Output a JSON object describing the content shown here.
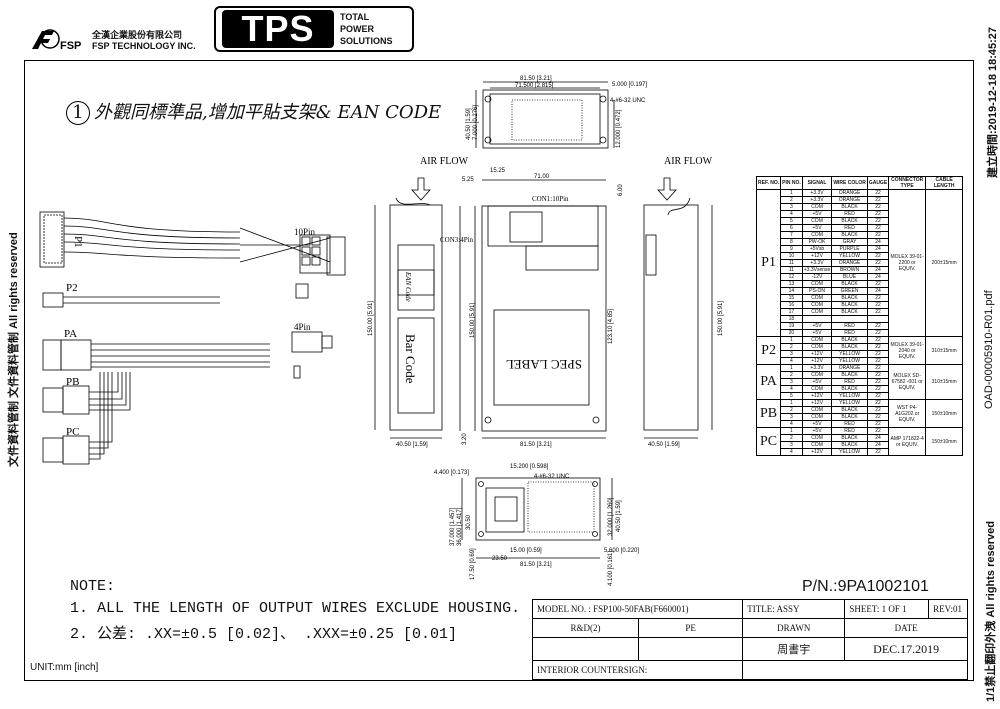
{
  "header": {
    "company_cn": "全漢企業股份有限公司",
    "company_en": "FSP TECHNOLOGY INC.",
    "fsp_logo_text": "FSP",
    "tps_big": "TPS",
    "tps_line1": "TOTAL",
    "tps_line2": "POWER",
    "tps_line3": "SOLUTIONS"
  },
  "side": {
    "left": "文件資料管制 文件資料管制 All rights reserved",
    "right_top": "建立時間:2019-12-18 18:45:27",
    "right_mid": "OAD-00005910-R01.pdf",
    "right_bottom": "1/1禁止翻印外洩 All rights reserved"
  },
  "section": {
    "number": "1",
    "title": "外觀同標準品,增加平貼支架& EAN CODE"
  },
  "drawing": {
    "airflow_left": "AIR FLOW",
    "airflow_right": "AIR FLOW",
    "con1": "CON1:10Pin",
    "con3": "CON3:4Pin",
    "label_10pin": "10Pin",
    "label_4pin": "4Pin",
    "p1": "P1",
    "p2": "P2",
    "pa": "PA",
    "pb": "PB",
    "pc": "PC",
    "ean_code": "EAN Code",
    "bar_code": "Bar Code",
    "spec_label": "SPEC LABEL",
    "dims": {
      "top_w1": "81.50 [3.21]",
      "top_w2": "71.500 [2.815]",
      "top_w3": "5.000 [0.197]",
      "top_screw": "4-#6-32 UNC",
      "top_h1": "40.50 [1.59]",
      "top_h2": "7.000 [0.276]",
      "top_h3": "12.000 [0.472]",
      "front_a": "15.25",
      "front_b": "5.25",
      "front_c": "71.00",
      "front_d": "6.00",
      "front_h": "150.00 [5.91]",
      "front_h2": "123.10 [4.85]",
      "front_w": "81.50 [3.21]",
      "front_b2": "3.20",
      "left_h": "150.00 [5.91]",
      "left_w": "40.50 [1.59]",
      "right_h": "150.00 [5.91]",
      "right_w": "40.50 [1.59]",
      "bot_a": "15.200 [0.598]",
      "bot_b": "4.400 [0.173]",
      "bot_screw": "4-#6-32 UNC",
      "bot_c": "37.000 [1.457]",
      "bot_d": "36.000 [1.417]",
      "bot_e": "30.50",
      "bot_f": "32.000 [1.260]",
      "bot_g": "40.50 [1.59]",
      "bot_h": "15.00 [0.59]",
      "bot_i": "5.600 [0.220]",
      "bot_j": "23.50",
      "bot_k": "17.50 [0.69]",
      "bot_l": "81.50 [3.21]",
      "bot_m": "4.100 [0.161]"
    }
  },
  "spec_table": {
    "headers": [
      "REF. NO.",
      "PIN NO.",
      "SIGNAL",
      "WIRE COLOR",
      "GAUGE",
      "CONNECTOR TYPE",
      "CABLE LENGTH"
    ],
    "groups": [
      {
        "ref": "P1",
        "connector": "MOLEX 39-01-2200 or EQUIV.",
        "length": "200±15mm",
        "rows": [
          [
            "1",
            "+3.3V",
            "ORANGE",
            "22"
          ],
          [
            "2",
            "+3.3V",
            "ORANGE",
            "22"
          ],
          [
            "3",
            "COM",
            "BLACK",
            "22"
          ],
          [
            "4",
            "+5V",
            "RED",
            "22"
          ],
          [
            "5",
            "COM",
            "BLACK",
            "22"
          ],
          [
            "6",
            "+5V",
            "RED",
            "22"
          ],
          [
            "7",
            "COM",
            "BLACK",
            "22"
          ],
          [
            "8",
            "PW-OK",
            "GRAY",
            "24"
          ],
          [
            "9",
            "+5Vsb",
            "PURPLE",
            "24"
          ],
          [
            "10",
            "+12V",
            "YELLOW",
            "22"
          ],
          [
            "11",
            "+3.3V",
            "ORANGE",
            "22"
          ],
          [
            "11",
            "+3.3Vsense",
            "BROWN",
            "24"
          ],
          [
            "12",
            "-12V",
            "BLUE",
            "24"
          ],
          [
            "13",
            "COM",
            "BLACK",
            "22"
          ],
          [
            "14",
            "PS-ON",
            "GREEN",
            "24"
          ],
          [
            "15",
            "COM",
            "BLACK",
            "22"
          ],
          [
            "16",
            "COM",
            "BLACK",
            "22"
          ],
          [
            "17",
            "COM",
            "BLACK",
            "22"
          ],
          [
            "18",
            "",
            "",
            ""
          ],
          [
            "19",
            "+5V",
            "RED",
            "22"
          ],
          [
            "20",
            "+5V",
            "RED",
            "22"
          ]
        ]
      },
      {
        "ref": "P2",
        "connector": "MOLEX 39-01-2040 or EQUIV.",
        "length": "310±15mm",
        "rows": [
          [
            "1",
            "COM",
            "BLACK",
            "22"
          ],
          [
            "2",
            "COM",
            "BLACK",
            "22"
          ],
          [
            "3",
            "+12V",
            "YELLOW",
            "22"
          ],
          [
            "4",
            "+12V",
            "YELLOW",
            "22"
          ]
        ]
      },
      {
        "ref": "PA",
        "connector": "MOLEX SD-67582 -001 or EQUIV.",
        "length": "310±15mm",
        "rows": [
          [
            "1",
            "+3.3V",
            "ORANGE",
            "22"
          ],
          [
            "2",
            "COM",
            "BLACK",
            "22"
          ],
          [
            "3",
            "+5V",
            "RED",
            "22"
          ],
          [
            "4",
            "COM",
            "BLACK",
            "22"
          ],
          [
            "5",
            "+12V",
            "YELLOW",
            "22"
          ]
        ]
      },
      {
        "ref": "PB",
        "connector": "WST P4-A1G202 or EQUIV.",
        "length": "150±10mm",
        "rows": [
          [
            "1",
            "+12V",
            "YELLOW",
            "22"
          ],
          [
            "2",
            "COM",
            "BLACK",
            "22"
          ],
          [
            "3",
            "COM",
            "BLACK",
            "22"
          ],
          [
            "4",
            "+5V",
            "RED",
            "22"
          ]
        ]
      },
      {
        "ref": "PC",
        "connector": "AMP 171822-4 or EQUIV.",
        "length": "150±10mm",
        "rows": [
          [
            "1",
            "+5V",
            "RED",
            "22"
          ],
          [
            "2",
            "COM",
            "BLACK",
            "24"
          ],
          [
            "3",
            "COM",
            "BLACK",
            "24"
          ],
          [
            "4",
            "+12V",
            "YELLOW",
            "22"
          ]
        ]
      }
    ]
  },
  "notes": {
    "heading": "NOTE:",
    "line1": "1. ALL THE LENGTH OF OUTPUT WIRES EXCLUDE HOUSING.",
    "line2": "2. 公差: .XX=±0.5 [0.02]、 .XXX=±0.25 [0.01]",
    "unit": "UNIT:mm [inch]"
  },
  "title_block": {
    "part_number": "P/N.:9PA1002101",
    "model": "MODEL NO. : FSP100-50FAB(F660001)",
    "title": "TITLE: ASSY",
    "sheet": "SHEET: 1 OF 1",
    "rev": "REV:01",
    "rd": "R&D(2)",
    "pe": "PE",
    "drawn_label": "DRAWN",
    "date_label": "DATE",
    "drawn_by": "周書宇",
    "date": "DEC.17.2019",
    "countersign": "INTERIOR COUNTERSIGN:"
  }
}
